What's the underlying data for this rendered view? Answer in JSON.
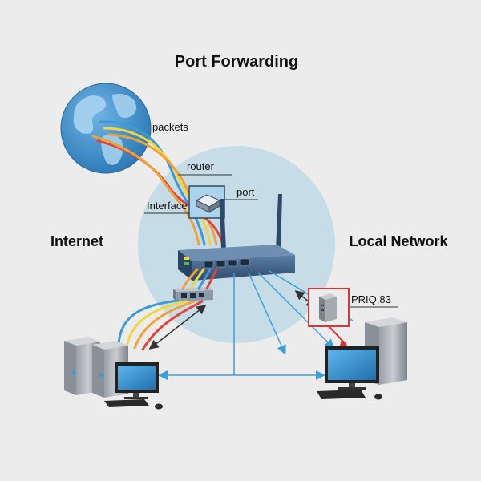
{
  "title": "Port Forwarding",
  "labels": {
    "packets": "packets",
    "router": "router",
    "port": "port",
    "interface": "Interface",
    "internet": "Internet",
    "local_network": "Local Network",
    "server_tag": "PRIQ,83"
  },
  "icons": [
    "globe-icon",
    "router-icon",
    "switch-icon",
    "interface-module-icon",
    "server-icon",
    "desktop-computer-icon",
    "monitor-icon",
    "keyboard-icon",
    "mouse-icon",
    "antenna-icon"
  ],
  "colors": {
    "background": "#ececec",
    "network_zone": "#c6dde8",
    "globe_ocean": "#3f8fc8",
    "globe_land": "#8cc4e8",
    "cable_red": "#e0463c",
    "cable_orange": "#f0a23a",
    "cable_yellow": "#f2d53c",
    "cable_blue": "#3c9ad6",
    "cable_green": "#4cb86c",
    "router_body": "#3c5d80",
    "highlight_red": "#d8373a",
    "link_blue": "#3ca0d8"
  }
}
